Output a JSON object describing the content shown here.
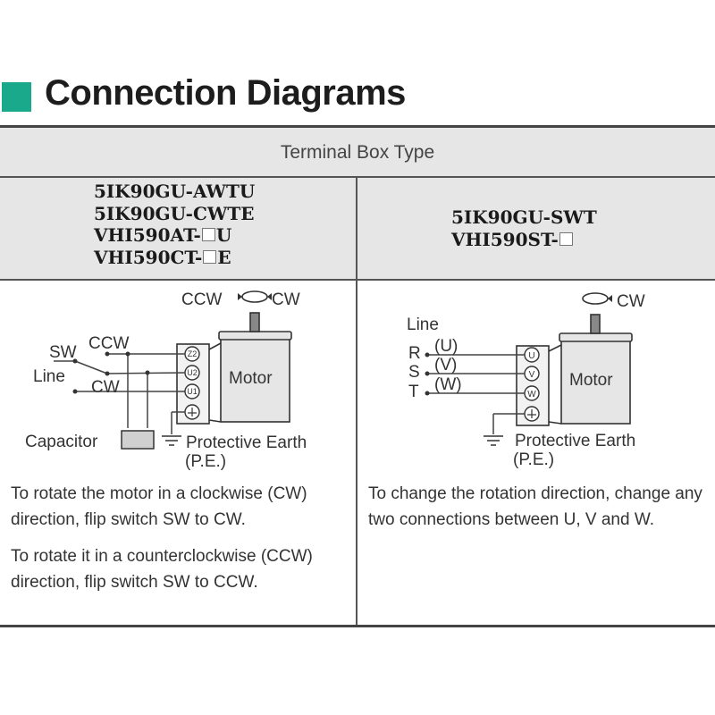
{
  "header": {
    "title": "Connection Diagrams",
    "accent_color": "#1aa98a"
  },
  "table": {
    "section_label": "Terminal Box Type",
    "left": {
      "models": [
        "5IK90GU-AWTU",
        "5IK90GU-CWTE"
      ],
      "model_vhi1": {
        "prefix": "VHI590AT-",
        "suffix": "U"
      },
      "model_vhi2": {
        "prefix": "VHI590CT-",
        "suffix": "E"
      },
      "diagram": {
        "ccw": "CCW",
        "cw": "CW",
        "sw": "SW",
        "switch_ccw": "CCW",
        "switch_cw": "CW",
        "line": "Line",
        "terminals": [
          "Z2",
          "U2",
          "U1"
        ],
        "motor": "Motor",
        "capacitor": "Capacitor",
        "pe_label": "Protective Earth",
        "pe_abbr": "(P.E.)"
      },
      "desc_1": "To rotate the motor in a clockwise (CW) direction, flip switch SW to CW.",
      "desc_2": "To rotate it in a counterclockwise (CCW) direction, flip switch SW to CCW."
    },
    "right": {
      "model_1": "5IK90GU-SWT",
      "model_2": {
        "prefix": "VHI590ST-",
        "suffix": ""
      },
      "diagram": {
        "cw": "CW",
        "line": "Line",
        "phases": [
          "R",
          "S",
          "T"
        ],
        "phase_terms": [
          "(U)",
          "(V)",
          "(W)"
        ],
        "terminals": [
          "U",
          "V",
          "W"
        ],
        "motor": "Motor",
        "pe_label": "Protective Earth",
        "pe_abbr": "(P.E.)"
      },
      "desc_1": "To change the rotation direction, change any two connections between U, V and W."
    }
  }
}
